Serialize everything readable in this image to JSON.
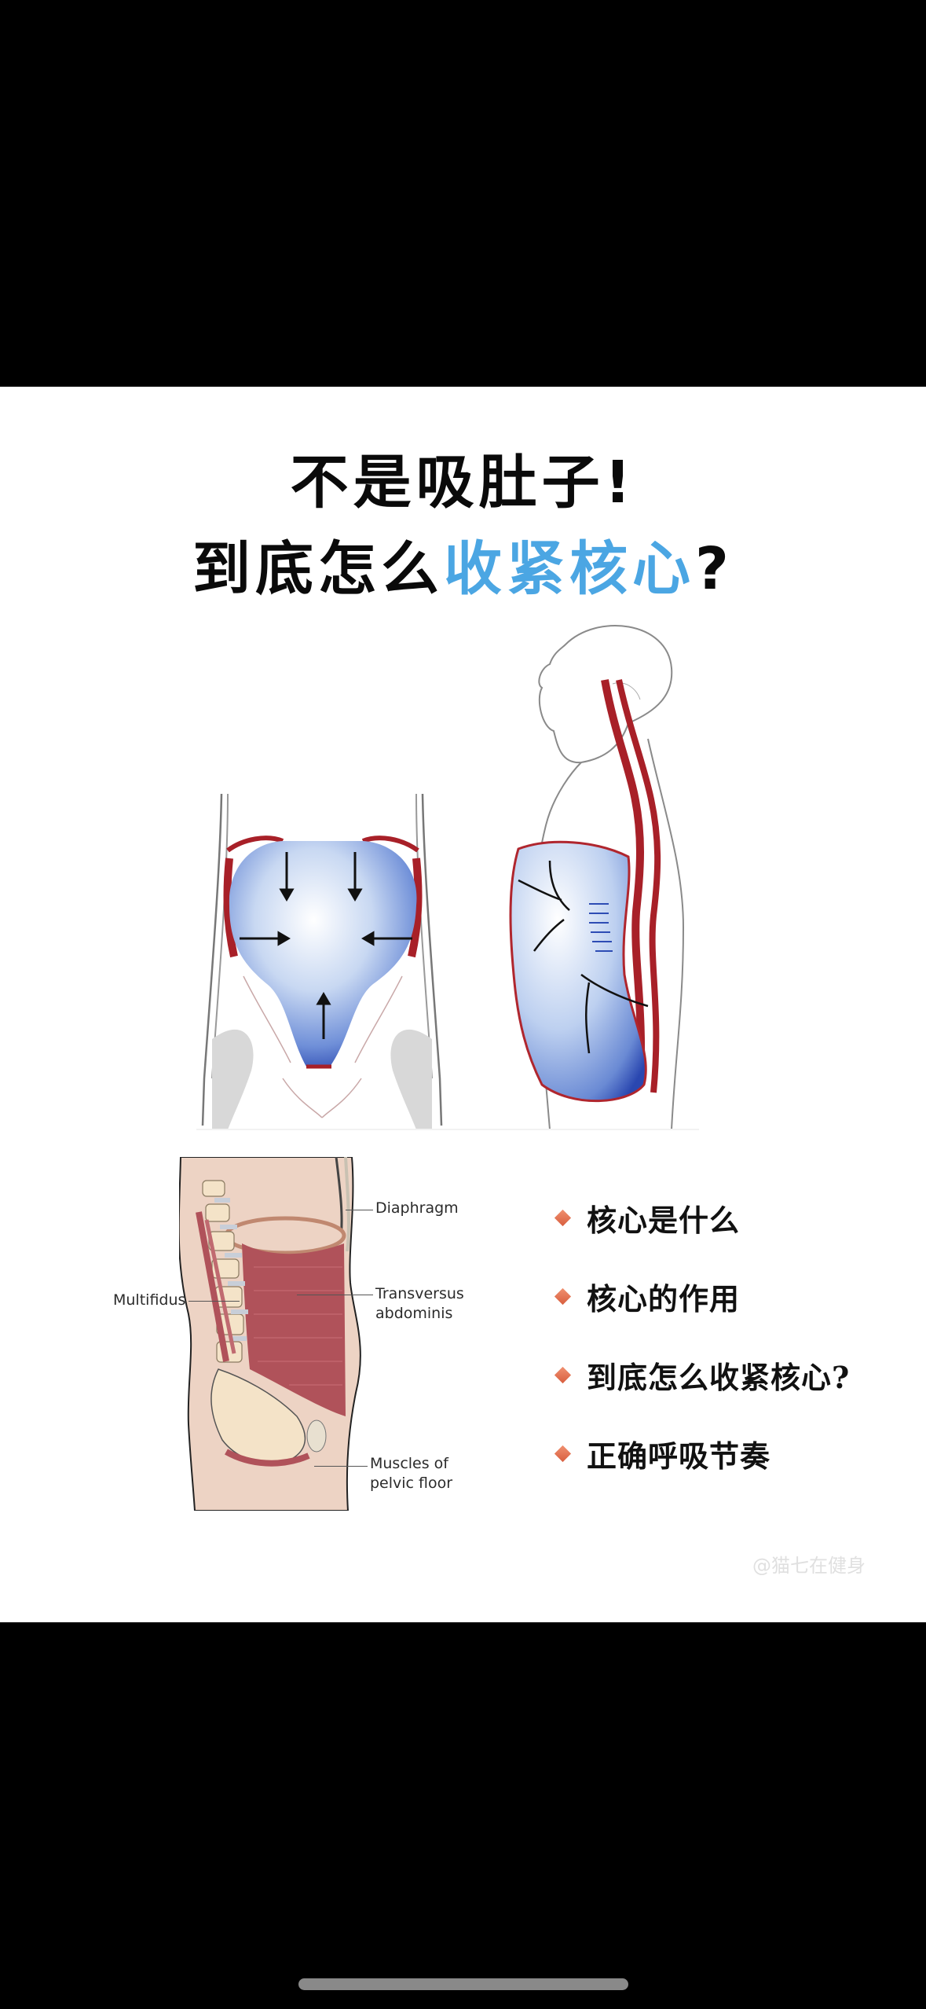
{
  "title": {
    "line1": "不是吸肚子!",
    "line2_prefix": "到底怎么",
    "line2_highlight": "收紧核心",
    "line2_suffix": "?",
    "highlight_color": "#4BA6E3"
  },
  "figures": {
    "front_view": {
      "icon": "abdominal-pressure-front-illustration"
    },
    "side_view": {
      "icon": "abdominal-pressure-side-illustration"
    },
    "anatomy": {
      "icon": "core-muscles-anatomy-illustration",
      "labels": {
        "diaphragm": "Diaphragm",
        "transversus_1": "Transversus",
        "transversus_2": "abdominis",
        "multifidus": "Multifidus",
        "pelvic_1": "Muscles of",
        "pelvic_2": "pelvic floor"
      }
    }
  },
  "bullets": [
    {
      "label": "核心是什么"
    },
    {
      "label": "核心的作用"
    },
    {
      "label": "到底怎么收紧核心?"
    },
    {
      "label": "正确呼吸节奏"
    }
  ],
  "bullet_color": "#E07050",
  "watermark": "@猫七在健身"
}
